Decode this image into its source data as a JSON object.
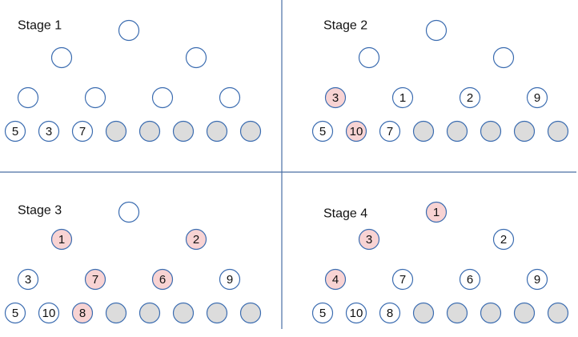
{
  "colors": {
    "divider": "#4a6fa5",
    "node_stroke": "#3b6cb0",
    "node_empty": "#ffffff",
    "node_highlight": "#f8d3d3",
    "node_leaf_gray": "#dcdcdc"
  },
  "stages": [
    {
      "title": "Stage 1",
      "levels": [
        [
          {
            "label": "",
            "state": "empty"
          }
        ],
        [
          {
            "label": "",
            "state": "empty"
          },
          {
            "label": "",
            "state": "empty"
          }
        ],
        [
          {
            "label": "",
            "state": "empty"
          },
          {
            "label": "",
            "state": "empty"
          },
          {
            "label": "",
            "state": "empty"
          },
          {
            "label": "",
            "state": "empty"
          }
        ],
        [
          {
            "label": "5",
            "state": "empty"
          },
          {
            "label": "3",
            "state": "empty"
          },
          {
            "label": "7",
            "state": "empty"
          },
          {
            "label": "",
            "state": "gray"
          },
          {
            "label": "",
            "state": "gray"
          },
          {
            "label": "",
            "state": "gray"
          },
          {
            "label": "",
            "state": "gray"
          },
          {
            "label": "",
            "state": "gray"
          }
        ]
      ]
    },
    {
      "title": "Stage 2",
      "levels": [
        [
          {
            "label": "",
            "state": "empty"
          }
        ],
        [
          {
            "label": "",
            "state": "empty"
          },
          {
            "label": "",
            "state": "empty"
          }
        ],
        [
          {
            "label": "3",
            "state": "highlight"
          },
          {
            "label": "1",
            "state": "empty"
          },
          {
            "label": "2",
            "state": "empty"
          },
          {
            "label": "9",
            "state": "empty"
          }
        ],
        [
          {
            "label": "5",
            "state": "empty"
          },
          {
            "label": "10",
            "state": "highlight"
          },
          {
            "label": "7",
            "state": "empty"
          },
          {
            "label": "",
            "state": "gray"
          },
          {
            "label": "",
            "state": "gray"
          },
          {
            "label": "",
            "state": "gray"
          },
          {
            "label": "",
            "state": "gray"
          },
          {
            "label": "",
            "state": "gray"
          }
        ]
      ]
    },
    {
      "title": "Stage 3",
      "levels": [
        [
          {
            "label": "",
            "state": "empty"
          }
        ],
        [
          {
            "label": "1",
            "state": "highlight"
          },
          {
            "label": "2",
            "state": "highlight"
          }
        ],
        [
          {
            "label": "3",
            "state": "empty"
          },
          {
            "label": "7",
            "state": "highlight"
          },
          {
            "label": "6",
            "state": "highlight"
          },
          {
            "label": "9",
            "state": "empty"
          }
        ],
        [
          {
            "label": "5",
            "state": "empty"
          },
          {
            "label": "10",
            "state": "empty"
          },
          {
            "label": "8",
            "state": "highlight"
          },
          {
            "label": "",
            "state": "gray"
          },
          {
            "label": "",
            "state": "gray"
          },
          {
            "label": "",
            "state": "gray"
          },
          {
            "label": "",
            "state": "gray"
          },
          {
            "label": "",
            "state": "gray"
          }
        ]
      ]
    },
    {
      "title": "Stage 4",
      "levels": [
        [
          {
            "label": "1",
            "state": "highlight"
          }
        ],
        [
          {
            "label": "3",
            "state": "highlight"
          },
          {
            "label": "2",
            "state": "empty"
          }
        ],
        [
          {
            "label": "4",
            "state": "highlight"
          },
          {
            "label": "7",
            "state": "empty"
          },
          {
            "label": "6",
            "state": "empty"
          },
          {
            "label": "9",
            "state": "empty"
          }
        ],
        [
          {
            "label": "5",
            "state": "empty"
          },
          {
            "label": "10",
            "state": "empty"
          },
          {
            "label": "8",
            "state": "empty"
          },
          {
            "label": "",
            "state": "gray"
          },
          {
            "label": "",
            "state": "gray"
          },
          {
            "label": "",
            "state": "gray"
          },
          {
            "label": "",
            "state": "gray"
          },
          {
            "label": "",
            "state": "gray"
          }
        ]
      ]
    }
  ]
}
